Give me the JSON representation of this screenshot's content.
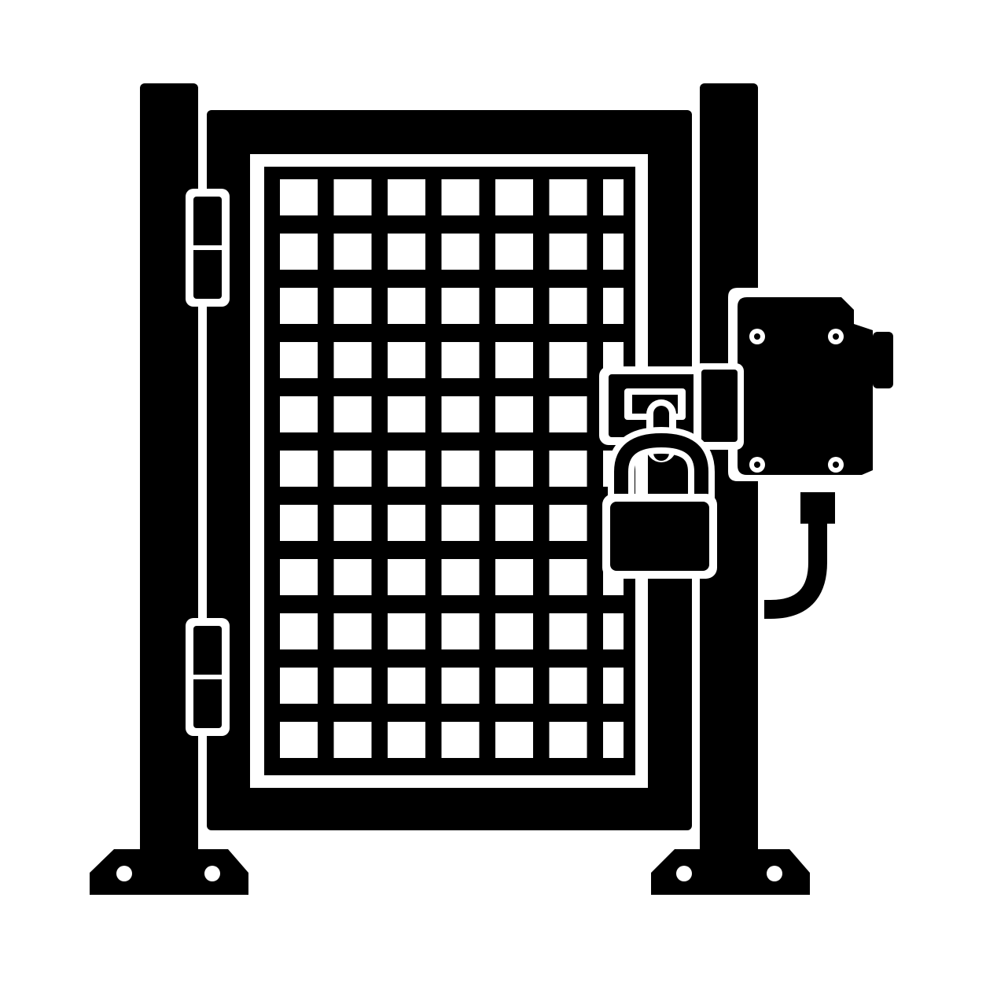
{
  "illustration": {
    "subject": "safety-gate-with-padlock-and-interlock-switch",
    "colors": {
      "ink": "#000000",
      "paper": "#ffffff"
    },
    "mesh": {
      "columns": 7,
      "rows": 11
    },
    "icons": [
      "gate-icon",
      "hinge-icon",
      "padlock-icon",
      "interlock-switch-icon",
      "cable-icon",
      "base-plate-icon"
    ]
  }
}
